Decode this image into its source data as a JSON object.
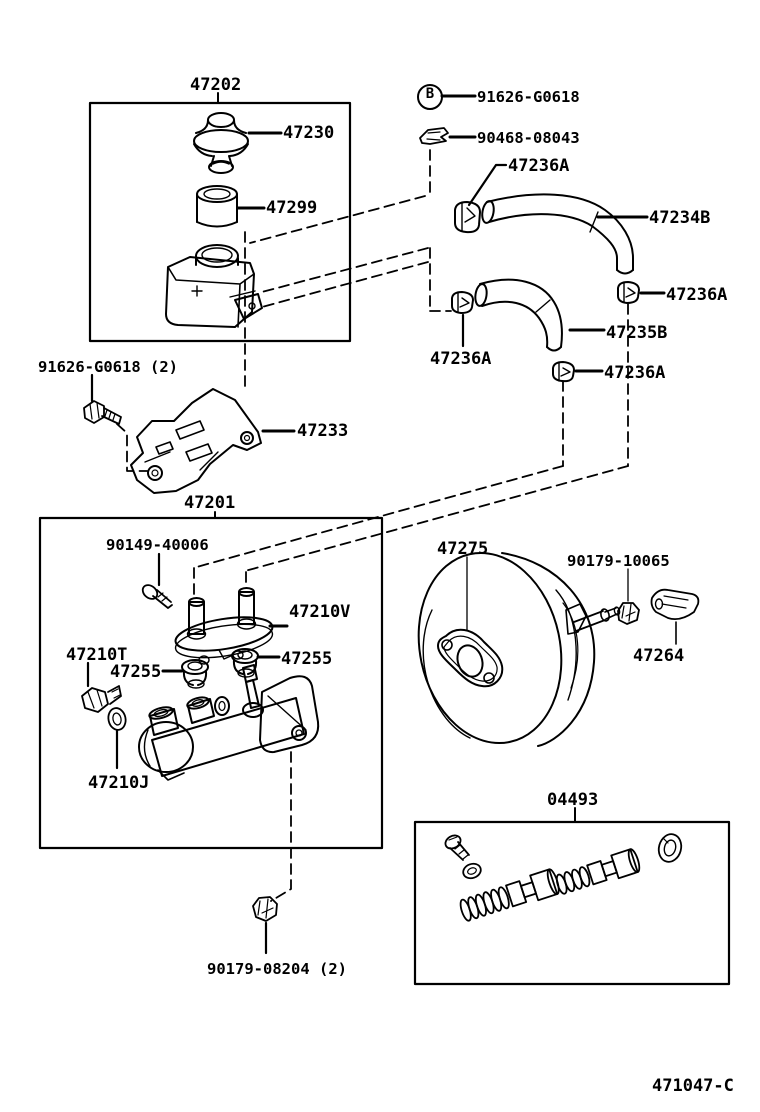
{
  "colors": {
    "ink": "#000000",
    "paper": "#ffffff"
  },
  "callout": {
    "letter": "B"
  },
  "footer": {
    "code": "471047-C"
  },
  "labels": {
    "l47202": "47202",
    "l47230": "47230",
    "l47299": "47299",
    "l91626": "91626-G0618",
    "l90468": "90468-08043",
    "l47236a_1": "47236A",
    "l47234b": "47234B",
    "l47236a_2": "47236A",
    "l47235b": "47235B",
    "l47236a_3": "47236A",
    "l47236a_4": "47236A",
    "l91626_2": "91626-G0618 (2)",
    "l47233": "47233",
    "l47201": "47201",
    "l90149": "90149-40006",
    "l47210v": "47210V",
    "l47210t": "47210T",
    "l47255_1": "47255",
    "l47255_2": "47255",
    "l47210j": "47210J",
    "l47275": "47275",
    "l90179_10065": "90179-10065",
    "l47264": "47264",
    "l04493": "04493",
    "l90179_08204": "90179-08204 (2)"
  }
}
